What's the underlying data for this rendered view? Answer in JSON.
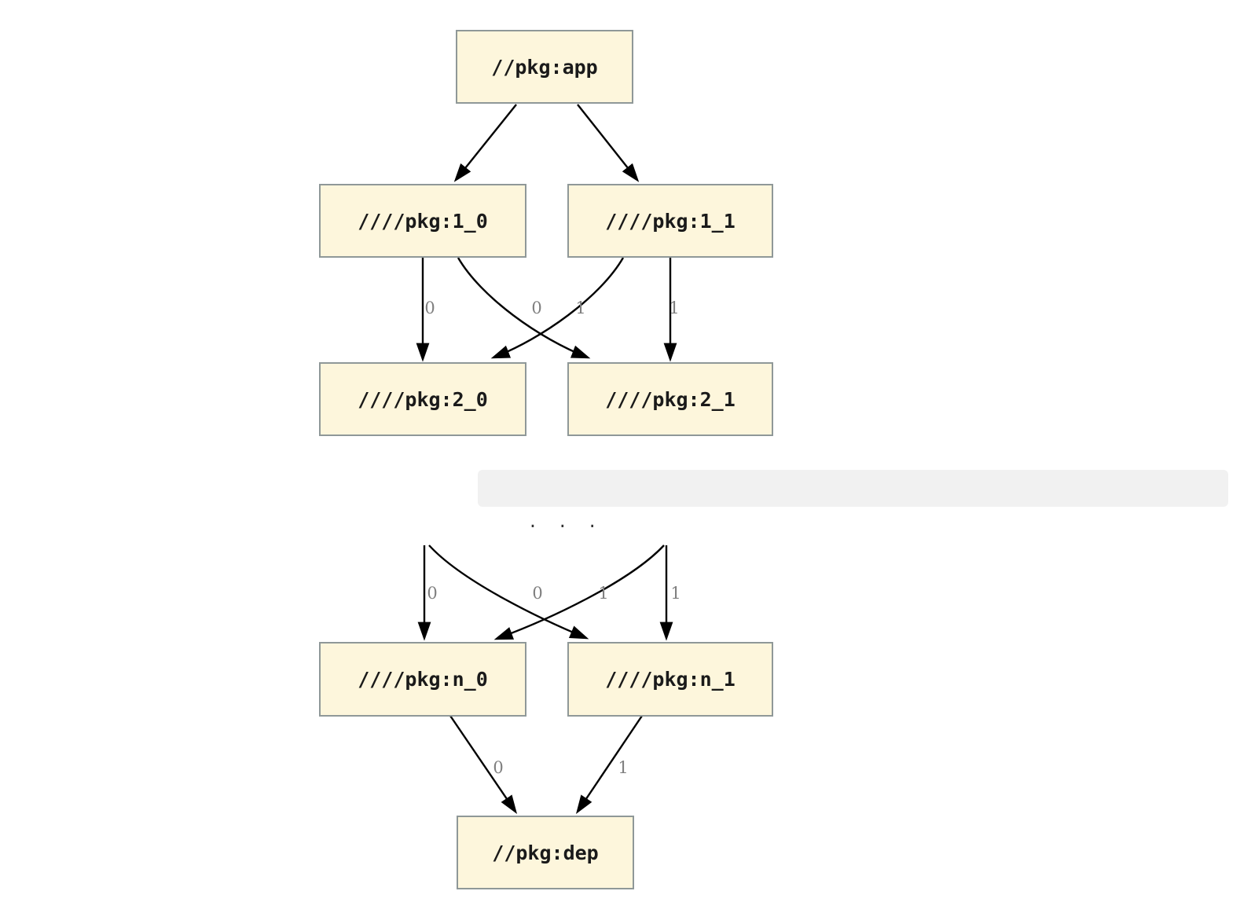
{
  "colors": {
    "node_fill": "#FDF6DC",
    "node_border": "#8F9898",
    "edge": "#000000",
    "edge_label": "#7F7F7F",
    "node_text": "#1A1A1A",
    "ellipsis_bg": "#F1F1F1"
  },
  "graph": {
    "nodes": {
      "app": {
        "label": "//pkg:app"
      },
      "l1_0": {
        "label": "////pkg:1_0"
      },
      "l1_1": {
        "label": "////pkg:1_1"
      },
      "l2_0": {
        "label": "////pkg:2_0"
      },
      "l2_1": {
        "label": "////pkg:2_1"
      },
      "ln_0": {
        "label": "////pkg:n_0"
      },
      "ln_1": {
        "label": "////pkg:n_1"
      },
      "dep": {
        "label": "//pkg:dep"
      }
    },
    "ellipsis": ".  .  .",
    "edges": [
      {
        "from": "//pkg:app",
        "to": "////pkg:1_0",
        "label": ""
      },
      {
        "from": "//pkg:app",
        "to": "////pkg:1_1",
        "label": ""
      },
      {
        "from": "////pkg:1_0",
        "to": "////pkg:2_0",
        "label": "0"
      },
      {
        "from": "////pkg:1_1",
        "to": "////pkg:2_0",
        "label": "0"
      },
      {
        "from": "////pkg:1_0",
        "to": "////pkg:2_1",
        "label": "1"
      },
      {
        "from": "////pkg:1_1",
        "to": "////pkg:2_1",
        "label": "1"
      },
      {
        "from": "...",
        "to": "////pkg:n_0",
        "label": "0"
      },
      {
        "from": "...",
        "to": "////pkg:n_0",
        "label": "0"
      },
      {
        "from": "...",
        "to": "////pkg:n_1",
        "label": "1"
      },
      {
        "from": "...",
        "to": "////pkg:n_1",
        "label": "1"
      },
      {
        "from": "////pkg:n_0",
        "to": "//pkg:dep",
        "label": "0"
      },
      {
        "from": "////pkg:n_1",
        "to": "//pkg:dep",
        "label": "1"
      }
    ]
  }
}
